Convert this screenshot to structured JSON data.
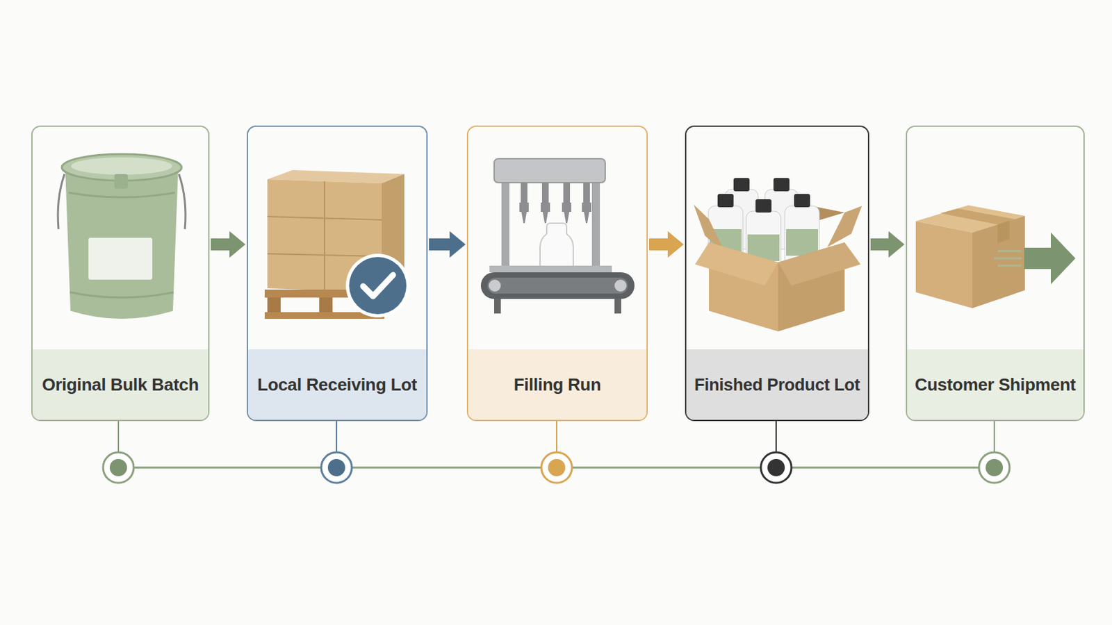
{
  "diagram": {
    "nodes": [
      {
        "text": [
          "Original Bulk Batch"
        ]
      },
      {
        "text": [
          "Local Receiving Lot"
        ]
      },
      {
        "text": [
          "Filling Run"
        ]
      },
      {
        "text": [
          "Finished Product Lot"
        ]
      },
      {
        "text": [
          "Customer Shipment"
        ]
      }
    ],
    "edges": [
      {
        "from": 0,
        "to": 1,
        "arrow": "to"
      },
      {
        "from": 1,
        "to": 2,
        "arrow": "to"
      },
      {
        "from": 2,
        "to": 3,
        "arrow": "to"
      },
      {
        "from": 3,
        "to": 4,
        "arrow": "to"
      }
    ]
  }
}
